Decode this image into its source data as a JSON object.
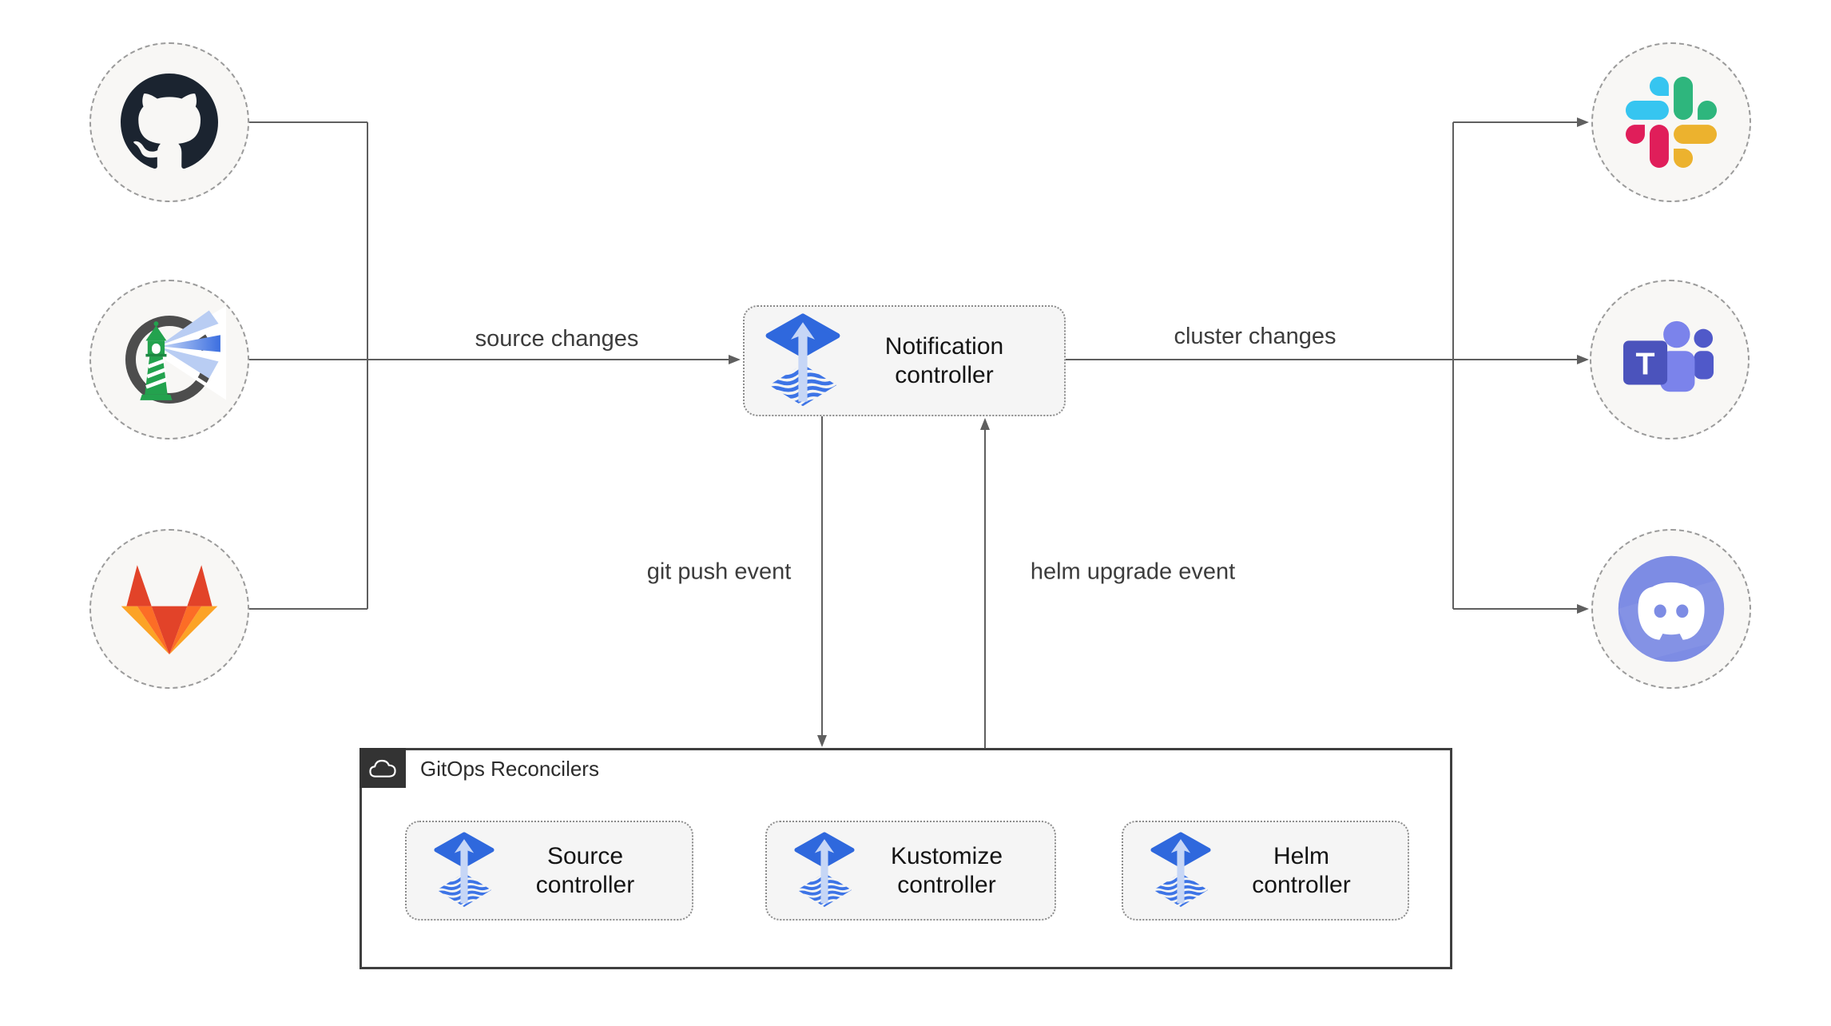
{
  "colors": {
    "background": "#ffffff",
    "connector": "#5f5f5f",
    "edge_label_text": "#3c3c3c",
    "node_text": "#141414",
    "node_fill": "#f5f5f5",
    "node_border": "#8c8c8c",
    "circle_fill": "#f8f7f5",
    "circle_border": "#9b9b9b",
    "group_border": "#3f3f3f",
    "group_header_bg": "#333333",
    "flux_blue": "#2f68dd",
    "flux_wave_blue": "#3d74e6",
    "flux_arrow_light": "#c6d6f6",
    "github_mark": "#1b2430",
    "harbor_ring": "#4d4d4d",
    "harbor_green": "#23a24e",
    "harbor_beam_light": "#b9cdf3",
    "harbor_beam_dark": "#3c6fe0",
    "gitlab_red": "#e24329",
    "gitlab_orange": "#fc6d26",
    "gitlab_yellow": "#fca326",
    "slack_blue": "#36c5f0",
    "slack_green": "#2eb67d",
    "slack_red": "#e01e5a",
    "slack_yellow": "#ecb22e",
    "teams_square": "#4b53bc",
    "teams_person_big": "#7b83eb",
    "teams_person_small": "#5059c9",
    "discord_blurple": "#7d8ce4"
  },
  "sources": [
    {
      "icon": "github-icon"
    },
    {
      "icon": "harbor-icon"
    },
    {
      "icon": "gitlab-icon"
    }
  ],
  "targets": [
    {
      "icon": "slack-icon"
    },
    {
      "icon": "teams-icon",
      "letter": "T"
    },
    {
      "icon": "discord-icon"
    }
  ],
  "notification": {
    "icon": "flux-icon",
    "line1": "Notification",
    "line2": "controller"
  },
  "edges": {
    "source_changes": "source changes",
    "cluster_changes": "cluster changes",
    "git_push": "git push event",
    "helm_upgrade": "helm upgrade event"
  },
  "group": {
    "icon": "cloud-icon",
    "label": "GitOps Reconcilers"
  },
  "reconcilers": [
    {
      "icon": "flux-icon",
      "line1": "Source",
      "line2": "controller"
    },
    {
      "icon": "flux-icon",
      "line1": "Kustomize",
      "line2": "controller"
    },
    {
      "icon": "flux-icon",
      "line1": "Helm",
      "line2": "controller"
    }
  ]
}
